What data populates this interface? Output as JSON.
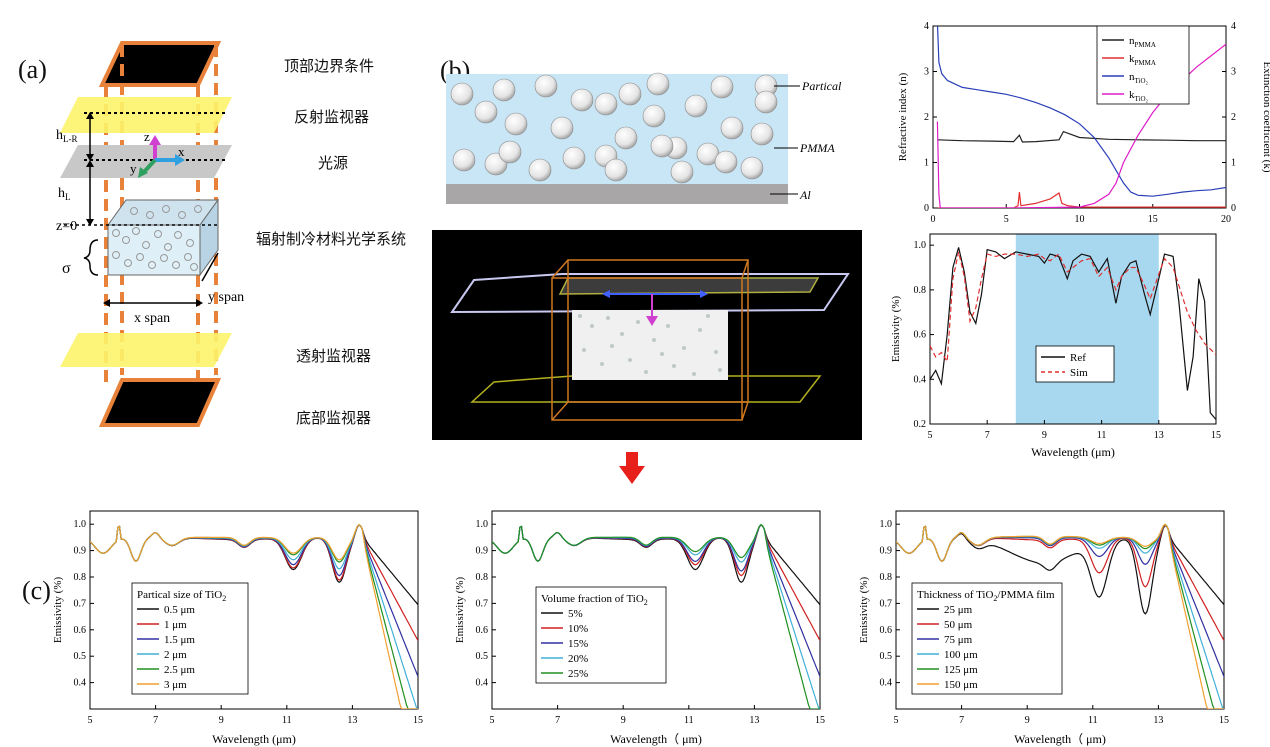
{
  "figure": {
    "panel_a": {
      "label": "(a)",
      "annotations": {
        "h_lr": "h",
        "h_lr_sub": "L-R",
        "h_l": "h",
        "h_l_sub": "L",
        "z0": "z=0",
        "sigma": "σ",
        "x_span": "x span",
        "y_span": "y span",
        "axis_z": "z",
        "axis_x": "x",
        "axis_y": "y"
      },
      "layer_labels": [
        "顶部边界条件",
        "反射监视器",
        "光源",
        "辐射制冷材料光学系统",
        "透射监视器",
        "底部监视器"
      ]
    },
    "panel_b": {
      "label": "(b)",
      "schematic_labels": [
        "Partical",
        "PMMA",
        "Al"
      ]
    },
    "panel_c": {
      "label": "(c)"
    },
    "arrow_color": "#e8201c",
    "highlight_color": "#a8d8f0"
  },
  "chart_data": [
    {
      "id": "optical-constants",
      "type": "line",
      "xlabel": "",
      "ylabel": "Refractive index (n)",
      "ylabel2": "Extinction coefficient (k)",
      "xlim": [
        0,
        20
      ],
      "ylim": [
        0,
        4
      ],
      "y2lim": [
        0,
        4
      ],
      "xticks": [
        0,
        5,
        10,
        15,
        20
      ],
      "yticks": [
        0,
        1,
        2,
        3,
        4
      ],
      "legend": "top-right",
      "series": [
        {
          "name": "n",
          "sub": "PMMA",
          "color": "#222222",
          "x": [
            0.3,
            2,
            4,
            5.5,
            5.9,
            6.1,
            7,
            8.6,
            8.9,
            10,
            12,
            14,
            16,
            18,
            20
          ],
          "y": [
            1.5,
            1.48,
            1.47,
            1.46,
            1.6,
            1.45,
            1.46,
            1.5,
            1.68,
            1.55,
            1.51,
            1.5,
            1.49,
            1.48,
            1.48
          ]
        },
        {
          "name": "k",
          "sub": "PMMA",
          "color": "#e03030",
          "x": [
            0.3,
            5.5,
            5.8,
            5.9,
            6.0,
            7,
            8,
            8.6,
            8.8,
            9.2,
            10,
            13,
            20
          ],
          "y": [
            0,
            0,
            0.05,
            0.35,
            0.05,
            0.1,
            0.2,
            0.33,
            0.1,
            0.05,
            0.02,
            0.02,
            0.02
          ]
        },
        {
          "name": "n",
          "sub": "TiO₂",
          "color": "#2a3fb8",
          "x": [
            0.3,
            0.4,
            0.6,
            1,
            2,
            3,
            4,
            5,
            6,
            7,
            8,
            9,
            10,
            11,
            12,
            13,
            13.5,
            14,
            15,
            16,
            17,
            18,
            19,
            20
          ],
          "y": [
            4.1,
            3.2,
            2.95,
            2.8,
            2.65,
            2.6,
            2.55,
            2.5,
            2.42,
            2.32,
            2.2,
            2.05,
            1.85,
            1.55,
            1.1,
            0.55,
            0.35,
            0.28,
            0.26,
            0.3,
            0.35,
            0.38,
            0.4,
            0.45
          ]
        },
        {
          "name": "k",
          "sub": "TiO₂",
          "color": "#e01cc8",
          "x": [
            0.3,
            0.4,
            0.5,
            1,
            5,
            10,
            11,
            12,
            12.5,
            13,
            14,
            15,
            16,
            17,
            18,
            19,
            20
          ],
          "y": [
            1.9,
            0.3,
            0,
            0,
            0,
            0.02,
            0.1,
            0.3,
            0.55,
            1.0,
            1.6,
            2.1,
            2.5,
            2.8,
            3.1,
            3.35,
            3.6
          ]
        }
      ]
    },
    {
      "id": "ref-vs-sim",
      "type": "line",
      "xlabel": "Wavelength (μm)",
      "ylabel": "Emissivity (%)",
      "xlim": [
        5,
        15
      ],
      "ylim": [
        0.2,
        1.05
      ],
      "xticks": [
        5,
        7,
        9,
        11,
        13,
        15
      ],
      "yticks": [
        0.2,
        0.4,
        0.6,
        0.8,
        1.0
      ],
      "highlight": [
        8,
        13
      ],
      "legend": "bottom-left",
      "series": [
        {
          "name": "Ref",
          "color": "#111111",
          "dash": false,
          "x": [
            5,
            5.2,
            5.4,
            5.6,
            5.8,
            6.0,
            6.2,
            6.4,
            6.6,
            6.8,
            7.0,
            7.3,
            7.6,
            8.0,
            8.4,
            8.8,
            9.0,
            9.2,
            9.5,
            9.8,
            10.0,
            10.3,
            10.6,
            10.9,
            11.2,
            11.5,
            11.7,
            12.0,
            12.2,
            12.5,
            12.7,
            13.0,
            13.2,
            13.5,
            13.7,
            14.0,
            14.2,
            14.4,
            14.6,
            14.8,
            15.0
          ],
          "y": [
            0.4,
            0.44,
            0.38,
            0.6,
            0.9,
            0.99,
            0.88,
            0.7,
            0.65,
            0.78,
            0.98,
            0.97,
            0.94,
            0.97,
            0.96,
            0.95,
            0.92,
            0.96,
            0.95,
            0.85,
            0.93,
            0.96,
            0.95,
            0.88,
            0.94,
            0.74,
            0.86,
            0.92,
            0.93,
            0.78,
            0.69,
            0.85,
            0.96,
            0.95,
            0.75,
            0.35,
            0.5,
            0.85,
            0.75,
            0.25,
            0.22
          ]
        },
        {
          "name": "Sim",
          "color": "#e03030",
          "dash": true,
          "x": [
            5,
            5.2,
            5.4,
            5.6,
            5.8,
            6.0,
            6.2,
            6.4,
            6.6,
            6.8,
            7.0,
            7.3,
            7.6,
            8.0,
            8.4,
            8.8,
            9.0,
            9.2,
            9.5,
            9.8,
            10.0,
            10.3,
            10.6,
            10.9,
            11.2,
            11.5,
            11.7,
            12.0,
            12.2,
            12.5,
            12.7,
            13.0,
            13.2,
            13.5,
            13.7,
            14.0,
            14.3,
            14.6,
            15.0
          ],
          "y": [
            0.55,
            0.5,
            0.52,
            0.48,
            0.85,
            0.97,
            0.86,
            0.66,
            0.72,
            0.85,
            0.96,
            0.95,
            0.96,
            0.96,
            0.95,
            0.96,
            0.94,
            0.93,
            0.96,
            0.88,
            0.9,
            0.93,
            0.94,
            0.86,
            0.9,
            0.8,
            0.86,
            0.9,
            0.9,
            0.82,
            0.76,
            0.87,
            0.94,
            0.9,
            0.82,
            0.7,
            0.62,
            0.56,
            0.51
          ]
        }
      ]
    },
    {
      "id": "particle-size",
      "type": "line",
      "xlabel": "Wavelength (μm)",
      "ylabel": "Emissivity (%)",
      "xlim": [
        5,
        15
      ],
      "ylim": [
        0.3,
        1.05
      ],
      "xticks": [
        5,
        7,
        9,
        11,
        13,
        15
      ],
      "yticks": [
        0.4,
        0.5,
        0.6,
        0.7,
        0.8,
        0.9,
        1.0
      ],
      "legend_title": "Partical size of TiO",
      "legend_title_sub": "2",
      "series": [
        {
          "name": "0.5 μm",
          "color": "#111111",
          "dip": 1.0
        },
        {
          "name": "1 μm",
          "color": "#d02020",
          "dip": 0.95
        },
        {
          "name": "1.5 μm",
          "color": "#3030a0",
          "dip": 0.85
        },
        {
          "name": "2 μm",
          "color": "#40b0d8",
          "dip": 0.7
        },
        {
          "name": "2.5 μm",
          "color": "#209020",
          "dip": 0.55
        },
        {
          "name": "3 μm",
          "color": "#f0a030",
          "dip": 0.5
        }
      ]
    },
    {
      "id": "volume-fraction",
      "type": "line",
      "xlabel": "Wavelength（ μm)",
      "ylabel": "Emissivity (%)",
      "xlim": [
        5,
        15
      ],
      "ylim": [
        0.3,
        1.05
      ],
      "xticks": [
        5,
        7,
        9,
        11,
        13,
        15
      ],
      "yticks": [
        0.4,
        0.5,
        0.6,
        0.7,
        0.8,
        0.9,
        1.0
      ],
      "legend_title": "Volume fraction of TiO",
      "legend_title_sub": "2",
      "series": [
        {
          "name": "5%",
          "color": "#111111",
          "dip": 1.0
        },
        {
          "name": "10%",
          "color": "#d02020",
          "dip": 0.85
        },
        {
          "name": "15%",
          "color": "#3030a0",
          "dip": 0.75
        },
        {
          "name": "20%",
          "color": "#40b0d8",
          "dip": 0.55
        },
        {
          "name": "25%",
          "color": "#209020",
          "dip": 0.45
        }
      ]
    },
    {
      "id": "film-thickness",
      "type": "line",
      "xlabel": "Wavelength（ μm)",
      "ylabel": "Emissivity (%)",
      "xlim": [
        5,
        15
      ],
      "ylim": [
        0.3,
        1.05
      ],
      "xticks": [
        5,
        7,
        9,
        11,
        13,
        15
      ],
      "yticks": [
        0.4,
        0.5,
        0.6,
        0.7,
        0.8,
        0.9,
        1.0
      ],
      "legend_title": "Thickness of TiO",
      "legend_title_sub": "2",
      "legend_title_rest": "/PMMA film",
      "series": [
        {
          "name": "25 μm",
          "color": "#111111",
          "dip": 1.7
        },
        {
          "name": "50 μm",
          "color": "#d02020",
          "dip": 1.1
        },
        {
          "name": "75 μm",
          "color": "#3030a0",
          "dip": 0.6
        },
        {
          "name": "100 μm",
          "color": "#40b0d8",
          "dip": 0.35
        },
        {
          "name": "125 μm",
          "color": "#209020",
          "dip": 0.25
        },
        {
          "name": "150 μm",
          "color": "#f0a030",
          "dip": 0.2
        }
      ]
    }
  ]
}
